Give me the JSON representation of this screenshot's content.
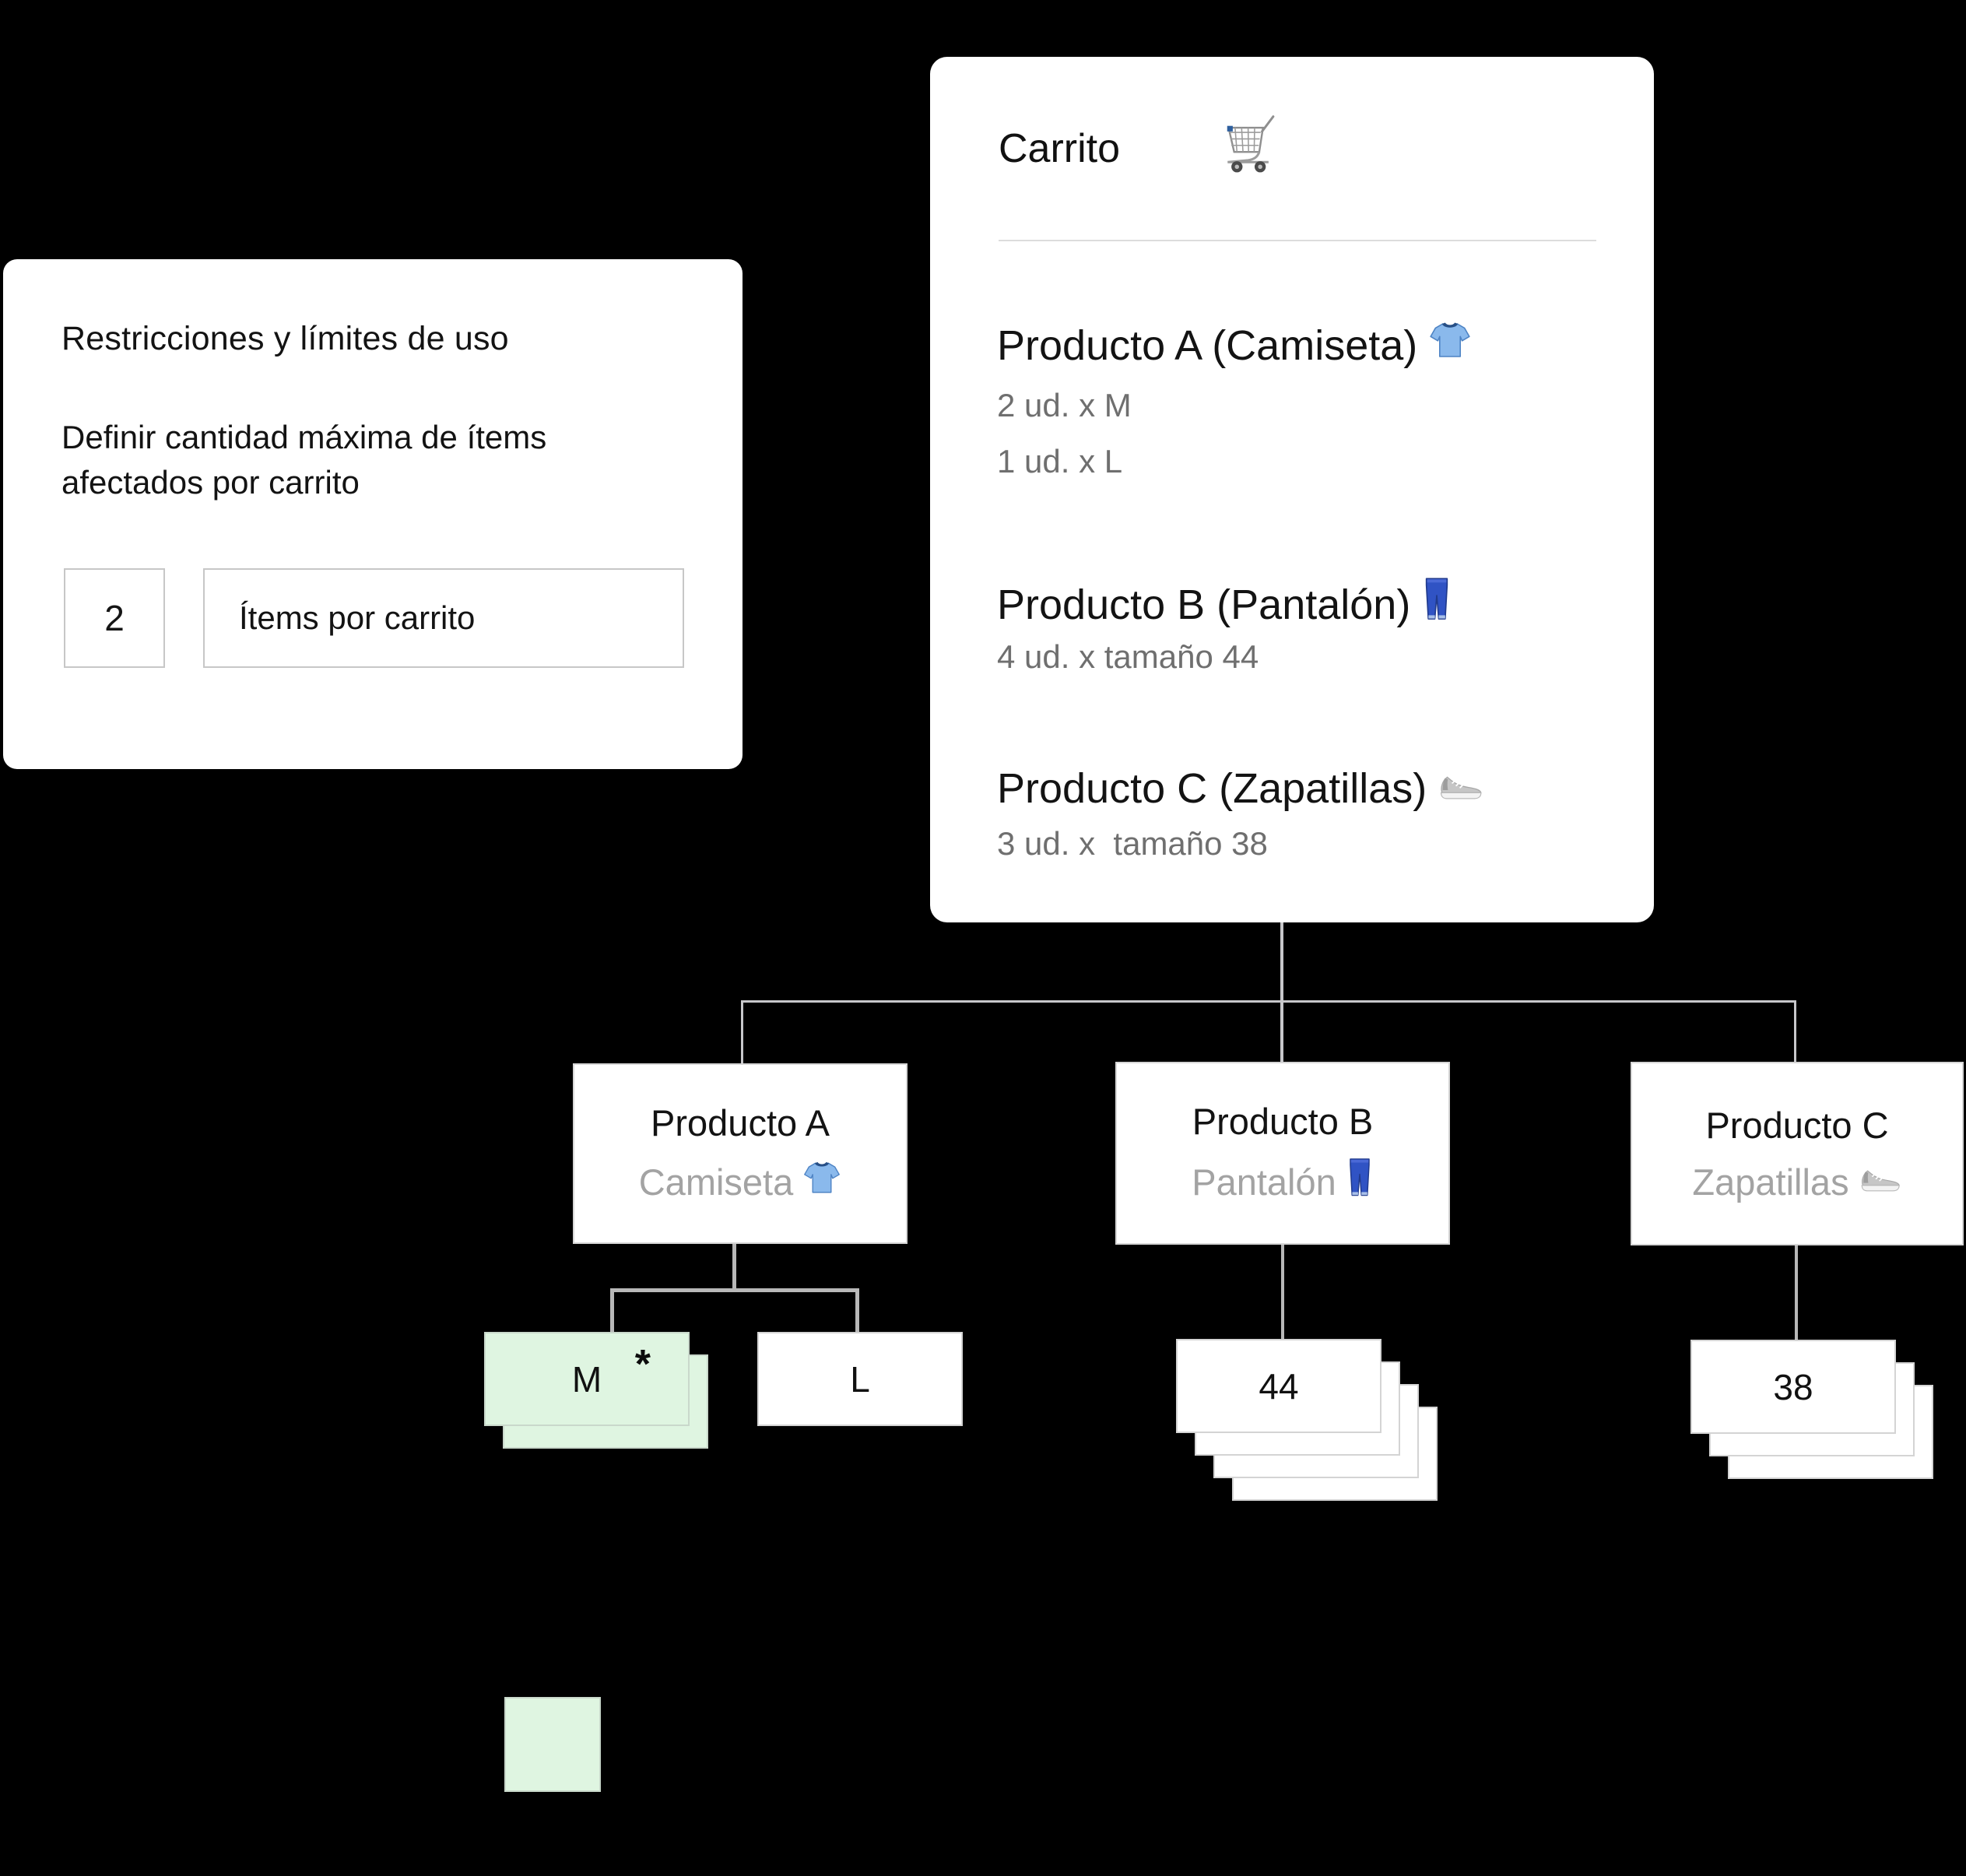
{
  "restrictions_card": {
    "title": "Restricciones y límites de uso",
    "description_lines": [
      "Definir cantidad máxima de ítems",
      "afectados por carrito"
    ],
    "items_limit_value": "2",
    "items_limit_label": "Ítems por carrito"
  },
  "cart_card": {
    "title": "Carrito",
    "icon": "cart-icon",
    "items": [
      {
        "title": "Producto A (Camiseta)",
        "icon": "tshirt-icon",
        "lines": [
          "2 ud. x M",
          "1 ud. x L"
        ]
      },
      {
        "title": "Producto B (Pantalón)",
        "icon": "jeans-icon",
        "lines": [
          "4 ud. x tamaño 44"
        ]
      },
      {
        "title": "Producto C (Zapatillas)",
        "icon": "sneaker-icon",
        "lines": [
          "3 ud. x  tamaño 38"
        ]
      }
    ]
  },
  "tree": {
    "products": [
      {
        "title": "Producto A",
        "subtitle": "Camiseta",
        "icon": "tshirt-icon"
      },
      {
        "title": "Producto B",
        "subtitle": "Pantalón",
        "icon": "jeans-icon"
      },
      {
        "title": "Producto C",
        "subtitle": "Zapatillas",
        "icon": "sneaker-icon"
      }
    ],
    "variants": [
      {
        "label": "M",
        "marker": "*",
        "stack": 2,
        "highlighted": true
      },
      {
        "label": "L",
        "marker": "",
        "stack": 1,
        "highlighted": false
      },
      {
        "label": "44",
        "marker": "",
        "stack": 4,
        "highlighted": false
      },
      {
        "label": "38",
        "marker": "",
        "stack": 3,
        "highlighted": false
      }
    ]
  },
  "legend": {
    "highlight_swatch_color": "#dff5e1"
  }
}
